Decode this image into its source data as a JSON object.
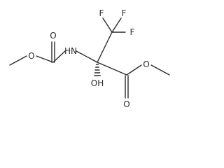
{
  "structure": {
    "atoms": {
      "f_top_left": "F",
      "f_top_right": "F",
      "f_right": "F",
      "o_carbamate_carbonyl": "O",
      "o_carbamate_ether": "O",
      "n_amide": "HN",
      "o_hydroxyl": "OH",
      "o_ester_ether": "O",
      "o_ester_carbonyl": "O"
    }
  }
}
